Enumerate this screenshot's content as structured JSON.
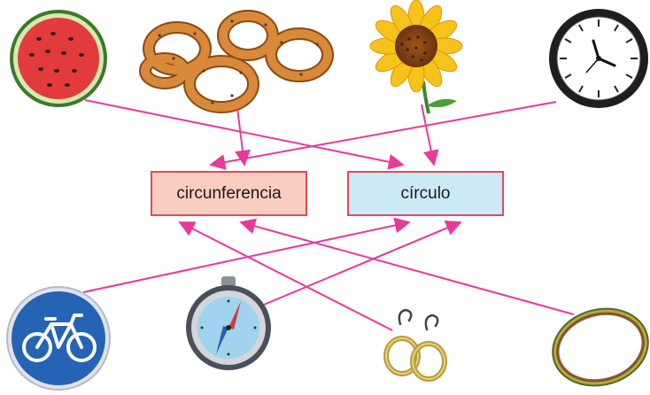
{
  "boxes": {
    "circunferencia": "circunferencia",
    "circulo": "círculo"
  },
  "colors": {
    "arrow": "#e8399a",
    "box_border": "#e24a5c",
    "circunferencia_fill": "#f9cdbf",
    "circulo_fill": "#cce9f6",
    "sign_blue": "#2563b5",
    "sunflower_petal": "#f7c21a",
    "watermelon_red": "#e33b3b"
  },
  "items": [
    {
      "name": "watermelon-slice",
      "icon": "watermelon-icon",
      "target": "circulo"
    },
    {
      "name": "rosquillas",
      "icon": "donut-rings-icon",
      "target": "circunferencia"
    },
    {
      "name": "sunflower",
      "icon": "sunflower-icon",
      "target": "circulo"
    },
    {
      "name": "clock",
      "icon": "clock-icon",
      "target": "circunferencia"
    },
    {
      "name": "bike-sign",
      "icon": "bicycle-sign-icon",
      "target": "circulo"
    },
    {
      "name": "compass",
      "icon": "compass-icon",
      "target": "circulo"
    },
    {
      "name": "earrings",
      "icon": "earrings-icon",
      "target": "circunferencia"
    },
    {
      "name": "hoop",
      "icon": "hoop-ring-icon",
      "target": "circunferencia"
    }
  ]
}
